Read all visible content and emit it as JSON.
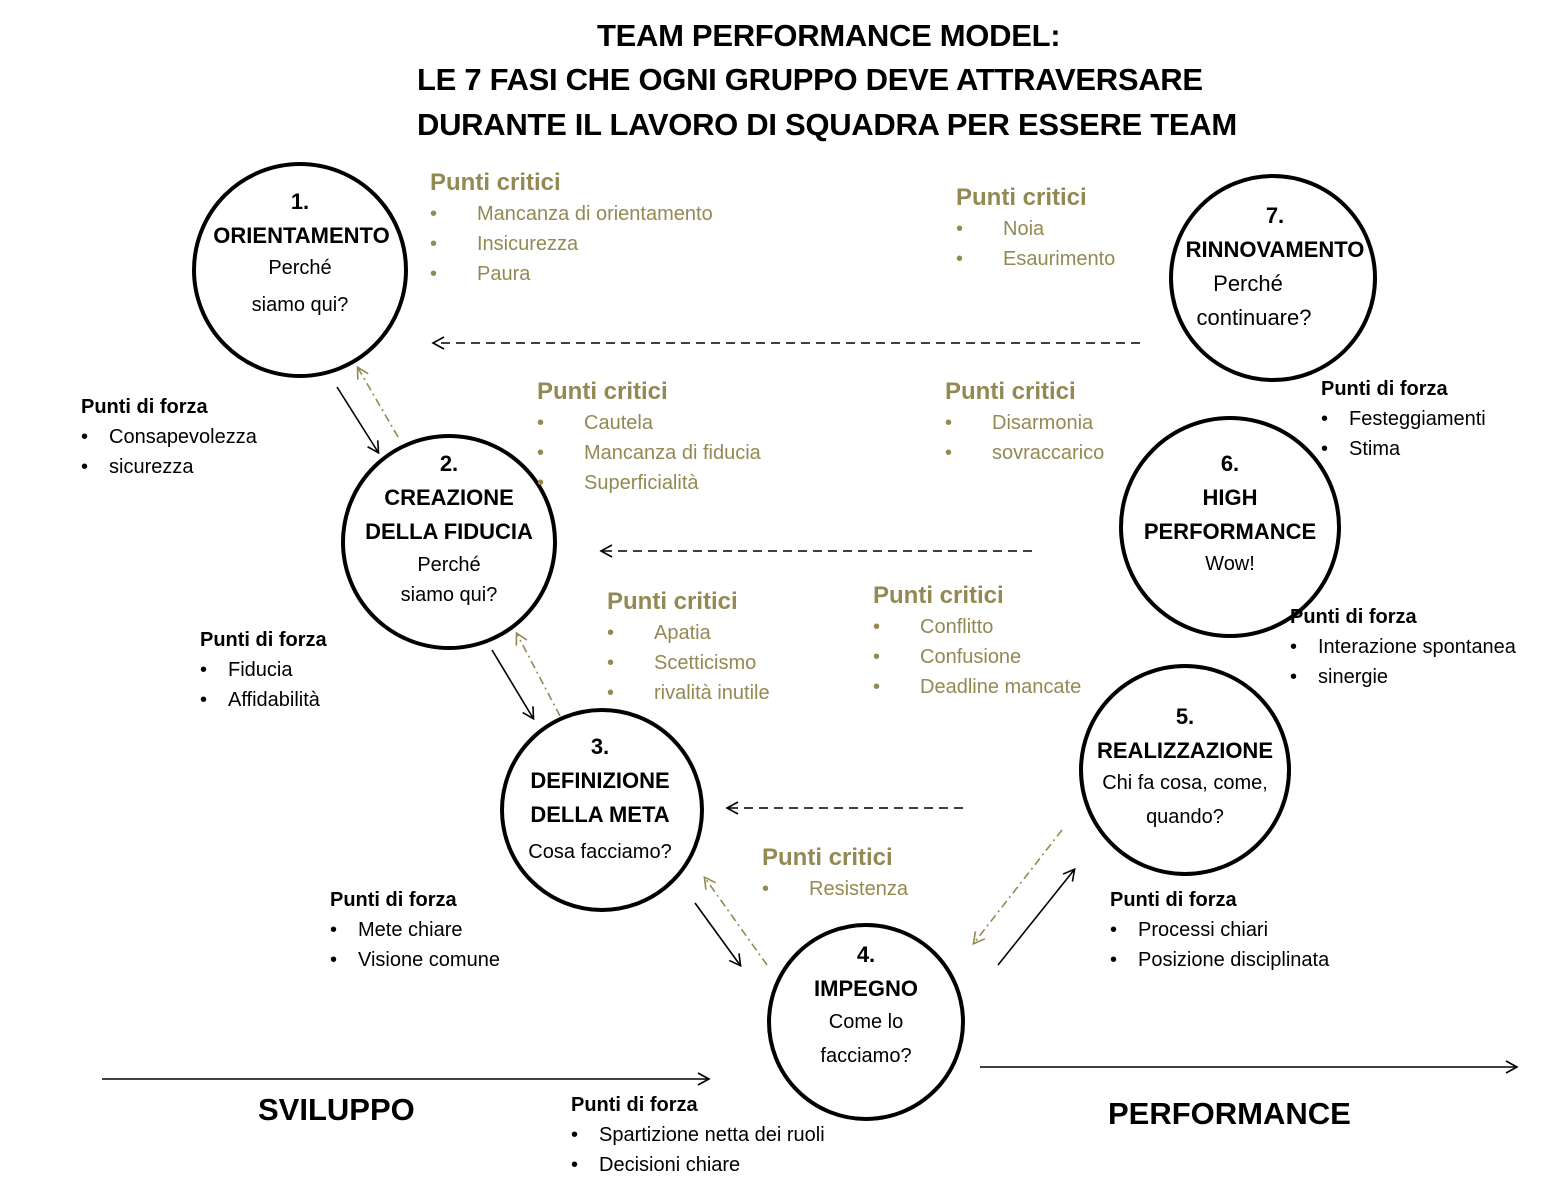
{
  "title": {
    "line1": "TEAM PERFORMANCE MODEL:",
    "line2": "LE 7 FASI CHE OGNI GRUPPO DEVE ATTRAVERSARE",
    "line3": "DURANTE IL LAVORO DI SQUADRA PER ESSERE TEAM"
  },
  "stages": [
    {
      "num": "1.",
      "name": "ORIENTAMENTO",
      "q1": "Perché",
      "q2": "siamo qui?"
    },
    {
      "num": "2.",
      "name": "CREAZIONE",
      "name2": "DELLA FIDUCIA",
      "q1": "Perché",
      "q2": "siamo qui?"
    },
    {
      "num": "3.",
      "name": "DEFINIZIONE",
      "name2": "DELLA META",
      "q1": "Cosa facciamo?"
    },
    {
      "num": "4.",
      "name": "IMPEGNO",
      "q1": "Come lo",
      "q2": "facciamo?"
    },
    {
      "num": "5.",
      "name": "REALIZZAZIONE",
      "q1": "Chi fa cosa, come,",
      "q2": "quando?"
    },
    {
      "num": "6.",
      "name": "HIGH",
      "name2": "PERFORMANCE",
      "q1": "Wow!"
    },
    {
      "num": "7.",
      "name": "RINNOVAMENTO",
      "q1": "Perché",
      "q2": "continuare?"
    }
  ],
  "critici": [
    {
      "head": "Punti critici",
      "items": [
        "Mancanza di orientamento",
        "Insicurezza",
        "Paura"
      ]
    },
    {
      "head": "Punti critici",
      "items": [
        "Noia",
        "Esaurimento"
      ]
    },
    {
      "head": "Punti critici",
      "items": [
        "Cautela",
        "Mancanza di fiducia",
        "Superficialità"
      ]
    },
    {
      "head": "Punti critici",
      "items": [
        "Disarmonia",
        "sovraccarico"
      ]
    },
    {
      "head": "Punti critici",
      "items": [
        "Apatia",
        "Scetticismo",
        "rivalità inutile"
      ]
    },
    {
      "head": "Punti critici",
      "items": [
        "Conflitto",
        "Confusione",
        "Deadline mancate"
      ]
    },
    {
      "head": "Punti critici",
      "items": [
        "Resistenza"
      ]
    }
  ],
  "forza": [
    {
      "head": "Punti di forza",
      "items": [
        "Consapevolezza",
        "sicurezza"
      ]
    },
    {
      "head": "Punti di forza",
      "items": [
        "Fiducia",
        "Affidabilità"
      ]
    },
    {
      "head": "Punti di forza",
      "items": [
        "Mete chiare",
        "Visione comune"
      ]
    },
    {
      "head": "Punti di forza",
      "items": [
        "Spartizione netta dei ruoli",
        "Decisioni chiare"
      ]
    },
    {
      "head": "Punti di forza",
      "items": [
        "Processi chiari",
        "Posizione disciplinata"
      ]
    },
    {
      "head": "Punti di forza",
      "items": [
        "Interazione spontanea",
        "sinergie"
      ]
    },
    {
      "head": "Punti di forza",
      "items": [
        "Festeggiamenti",
        "Stima"
      ]
    }
  ],
  "axis": {
    "left": "SVILUPPO",
    "right": "PERFORMANCE"
  },
  "colors": {
    "accent": "#938953",
    "stroke": "#000000"
  }
}
